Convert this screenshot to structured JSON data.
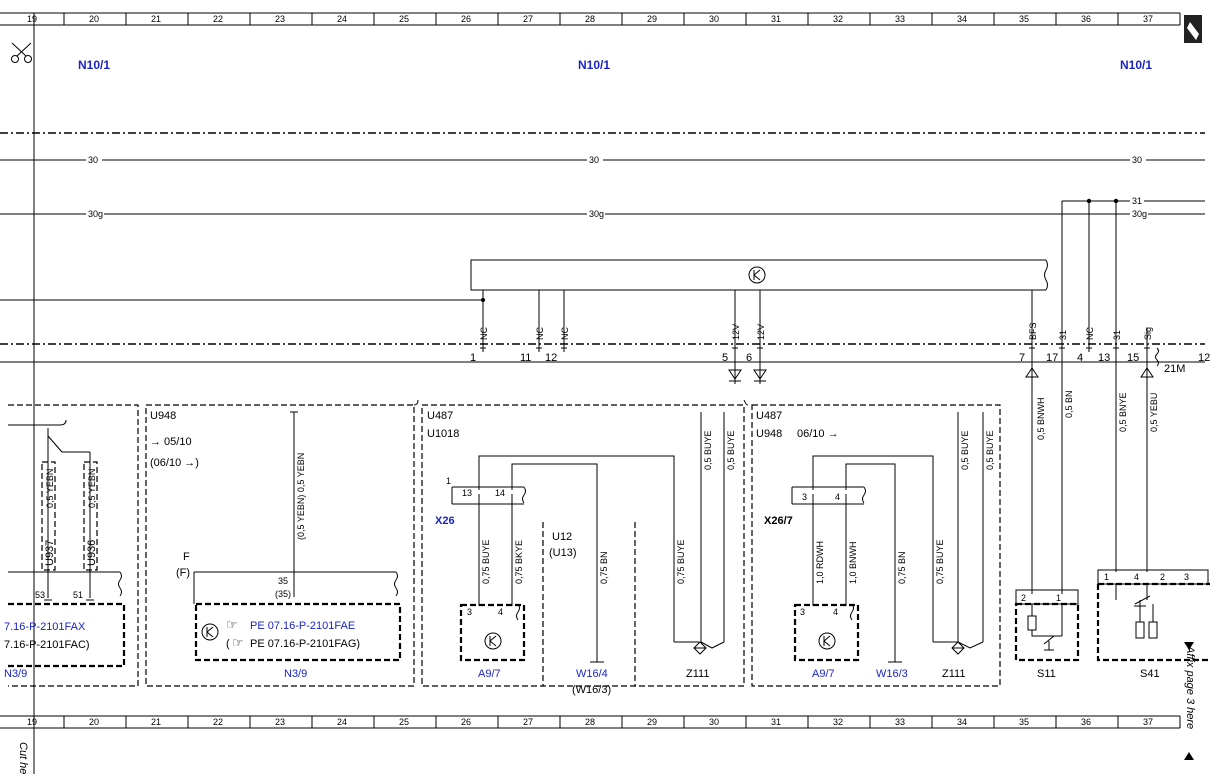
{
  "columns": [
    "19",
    "20",
    "21",
    "22",
    "23",
    "24",
    "25",
    "26",
    "27",
    "28",
    "29",
    "30",
    "31",
    "32",
    "33",
    "34",
    "35",
    "36",
    "37"
  ],
  "modules": {
    "left": "N10/1",
    "mid": "N10/1",
    "right": "N10/1"
  },
  "buses": {
    "b30": "30",
    "b30g": "30g",
    "b31": "31",
    "b30g_right": "30g"
  },
  "top_pins": {
    "nc": "NC",
    "v12": "12V",
    "bfs": "BFS",
    "p31": "31",
    "sig": "Sig",
    "n1": "1",
    "n11": "11",
    "n12": "12",
    "n5": "5",
    "n6": "6",
    "n7": "7",
    "n17": "17",
    "n4": "4",
    "n13": "13",
    "n15": "15",
    "n21m": "21M",
    "n12r": "12"
  },
  "wires": {
    "bnwh": "0,5 BNWH",
    "bn": "0,5 BN",
    "bnye": "0,5 BNYE",
    "yebu": "0,5 YEBU",
    "yebn": "0,5 YEBN",
    "yebn_par": "(0,5 YEBN) 0,5 YEBN",
    "buye": "0,5 BUYE",
    "buye075": "0,75 BUYE",
    "bkye": "0,75 BKYE",
    "bn075": "0,75 BN",
    "rdwh": "1,0 RDWH",
    "bnwh10": "1,0 BNWH"
  },
  "variants": {
    "u948": "U948",
    "u487": "U487",
    "u1018": "U1018",
    "u937": "U937",
    "u936": "U936",
    "from": "→ 05/10",
    "to": "(06/10 →)",
    "to2": "06/10 →",
    "u12": "U12",
    "u13": "(U13)"
  },
  "pins": {
    "p53": "53",
    "p51": "51",
    "p35": "35",
    "p35b": "(35)",
    "pF": "F",
    "pFb": "(F)",
    "p1": "1",
    "p13": "13",
    "p14": "14",
    "p3": "3",
    "p4": "4",
    "p2": "2"
  },
  "refs": {
    "fax": "7.16-P-2101FAX",
    "fac": "7.16-P-2101FAC)",
    "fae": "PE 07.16-P-2101FAE",
    "fag": "PE 07.16-P-2101FAG)"
  },
  "components": {
    "n39": "N3/9",
    "a97": "A9/7",
    "w164": "W16/4",
    "w163p": "(W16/3)",
    "w163": "W16/3",
    "z111": "Z111",
    "s11": "S11",
    "s41": "S41",
    "x26": "X26",
    "x267": "X26/7"
  },
  "notes": {
    "cut": "Cut here",
    "affix": "Affix page 3 here"
  }
}
